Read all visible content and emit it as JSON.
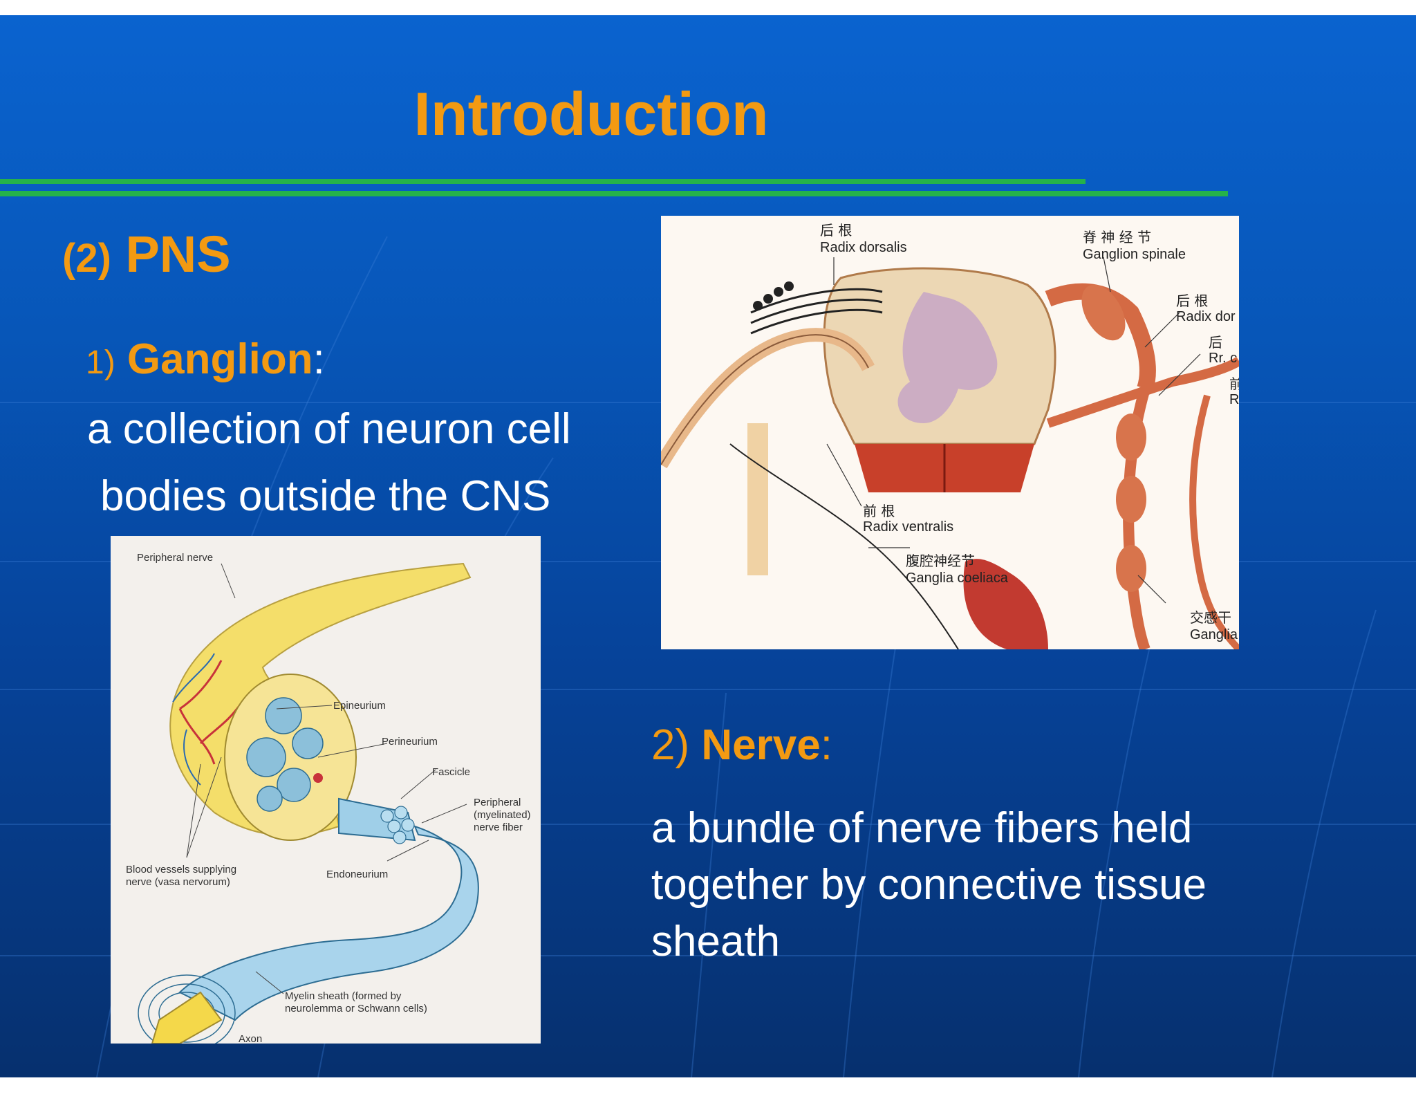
{
  "slide": {
    "title": "Introduction",
    "section_number": "(2)",
    "section_label": "PNS"
  },
  "ganglion": {
    "number": "1)",
    "term": "Ganglion",
    "colon": ":",
    "definition_line1": "a collection of neuron cell",
    "definition_line2": "bodies outside the CNS"
  },
  "nerve": {
    "number": "2)",
    "term": "Nerve",
    "colon": ":",
    "definition_line1": "a bundle of nerve fibers held",
    "definition_line2": "together by connective tissue",
    "definition_line3": "sheath"
  },
  "nerve_figure": {
    "labels": {
      "peripheral_nerve": "Peripheral nerve",
      "epineurium": "Epineurium",
      "perineurium": "Perineurium",
      "fascicle": "Fascicle",
      "peripheral_fiber_1": "Peripheral",
      "peripheral_fiber_2": "(myelinated)",
      "peripheral_fiber_3": "nerve fiber",
      "blood_vessels_1": "Blood vessels supplying",
      "blood_vessels_2": "nerve (vasa nervorum)",
      "endoneurium": "Endoneurium",
      "myelin_1": "Myelin sheath (formed by",
      "myelin_2": "neurolemma or Schwann cells)",
      "axon": "Axon"
    }
  },
  "spine_figure": {
    "labels": {
      "radix_dorsalis_cn": "后   根",
      "radix_dorsalis": "Radix dorsalis",
      "ganglion_spinale_cn": "脊 神 经 节",
      "ganglion_spinale": "Ganglion spinale",
      "radix_dor_cn": "后    根",
      "radix_dor": "Radix dor",
      "rr_cn": "后",
      "rr": "Rr. c",
      "r_cn": "前",
      "r": "R",
      "radix_ventralis_cn": "前   根",
      "radix_ventralis": "Radix ventralis",
      "ganglia_coeliaca_cn": "腹腔神经节",
      "ganglia_coeliaca": "Ganglia coeliaca",
      "ganglia_cn": "交感干",
      "ganglia": "Ganglia"
    }
  },
  "colors": {
    "title_orange": "#f39a12",
    "rule_green": "#25b24a",
    "background_blue": "#0756b8"
  }
}
